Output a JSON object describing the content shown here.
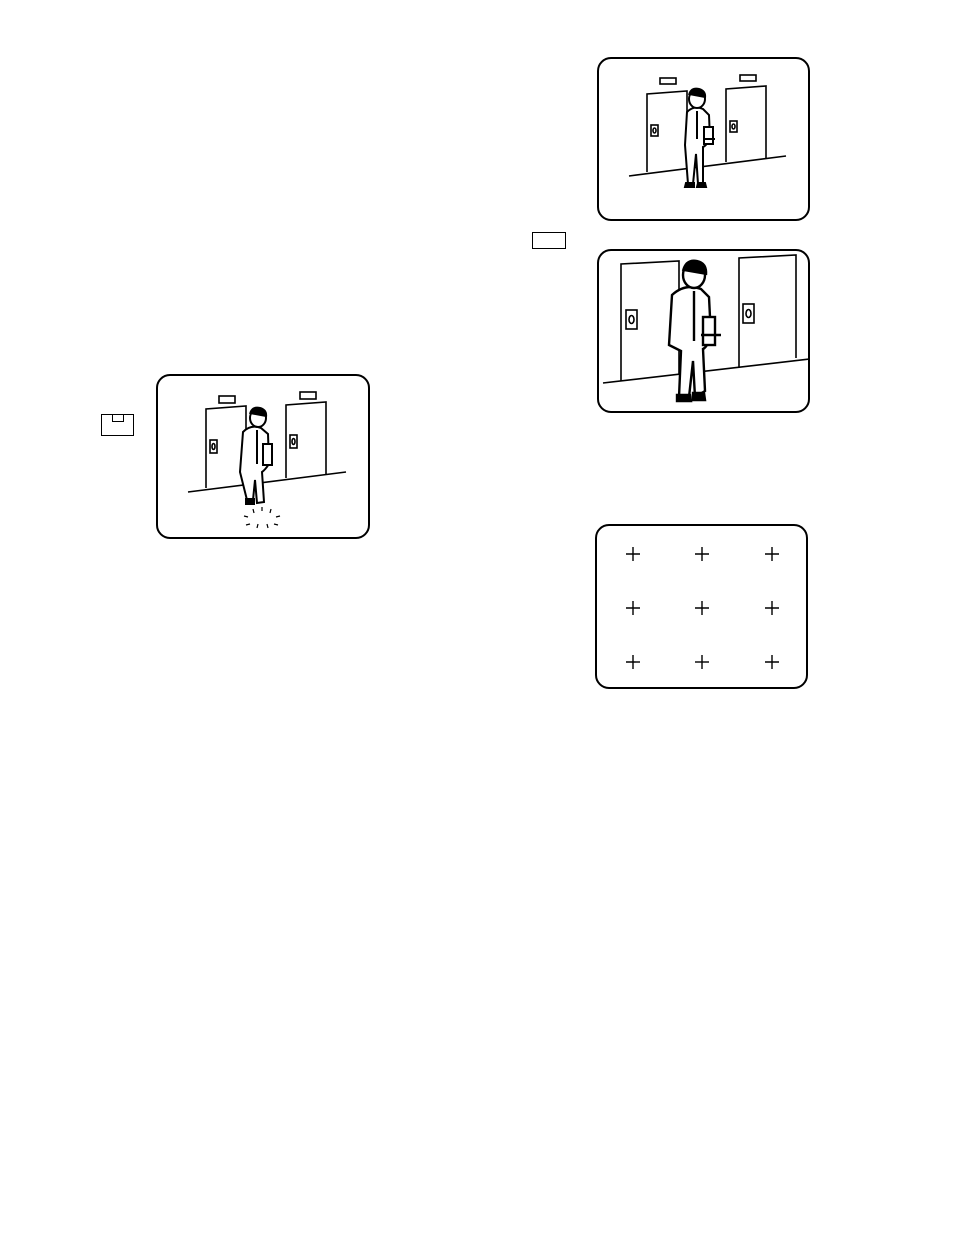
{
  "figure": {
    "panels": [
      {
        "id": "top-right",
        "scene": "elevator-hallway-person-small"
      },
      {
        "id": "middle-right",
        "scene": "elevator-hallway-person-zoomed"
      },
      {
        "id": "left",
        "scene": "elevator-hallway-person-motion-detect"
      },
      {
        "id": "bottom-right",
        "scene": "crosshair-grid-3x3"
      }
    ],
    "icons": [
      "camera-tag-icon",
      "zoom-tag-icon"
    ],
    "colors": {
      "ink": "#000000",
      "paper": "#ffffff"
    }
  }
}
